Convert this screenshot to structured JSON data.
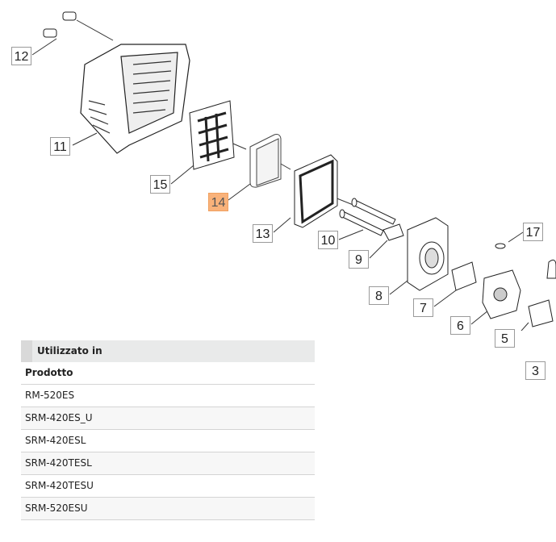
{
  "diagram": {
    "callouts": [
      "12",
      "11",
      "15",
      "14",
      "13",
      "10",
      "9",
      "8",
      "7",
      "6",
      "5",
      "3",
      "17"
    ],
    "highlighted": "14",
    "highlight_color": "#f9b27a"
  },
  "table": {
    "title": "Utilizzato in",
    "column_header": "Prodotto",
    "rows": [
      "RM-520ES",
      "SRM-420ES_U",
      "SRM-420ESL",
      "SRM-420TESL",
      "SRM-420TESU",
      "SRM-520ESU"
    ]
  }
}
